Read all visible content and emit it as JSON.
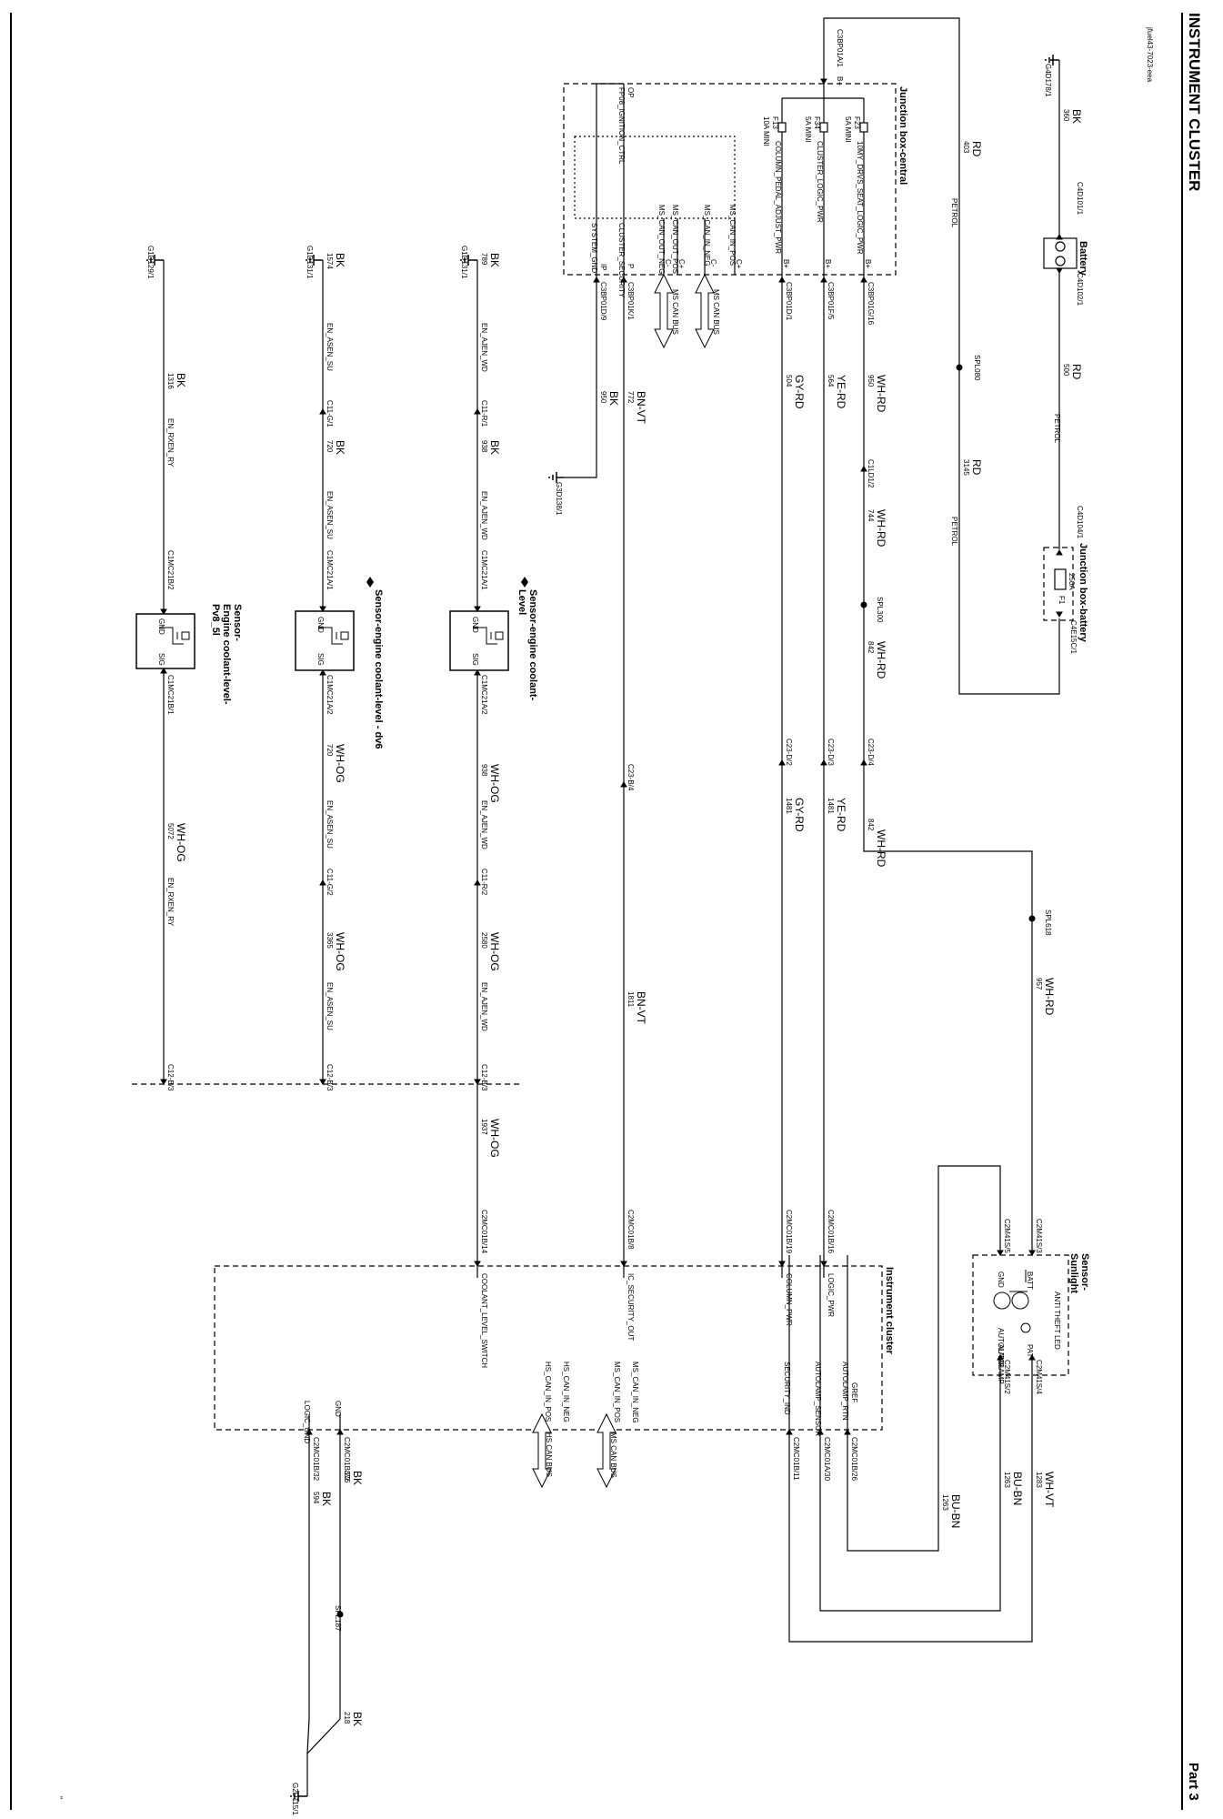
{
  "page": {
    "title": "INSTRUMENT CLUSTER",
    "part": "Part 3",
    "doc_code": "jfuel43-7023-eea",
    "foot_mark": "\""
  },
  "components": {
    "battery": "Battery",
    "jb_battery": "Junction box-battery",
    "jb_central": "Junction box-central",
    "sensor_sunlight_1": "Sensor-",
    "sensor_sunlight_2": "Sunlight",
    "instrument_cluster": "Instrument cluster",
    "sensor_l1_1": "Sensor-engine coolant-",
    "sensor_l1_2": "Level",
    "sensor_dv6": "Sensor-engine coolant-level - dv6",
    "sensor_pv8_1": "Sensor-",
    "sensor_pv8_2": "Engine coolant-level-",
    "sensor_pv8_3": "Pv8_5l"
  },
  "grounds": {
    "g4d178": "G4D178/1",
    "g3d138": "G3D138/1",
    "g1d131a": "G1D131/1",
    "g1d131b": "G1D131/1",
    "g1d129": "G1D129/1",
    "g2d115": "G2D115/1"
  },
  "wires": {
    "w360": "360",
    "w403": "403",
    "w500": "500",
    "w3145": "3145",
    "w950a": "950",
    "w564": "564",
    "w504": "504",
    "w772": "772",
    "w950b": "950",
    "w744": "744",
    "w842a": "842",
    "w842b": "842",
    "w1481a": "1481",
    "w1481b": "1481",
    "w1811": "1811",
    "w957": "957",
    "w1263a": "1263",
    "w1263b": "1263",
    "w1283": "1283",
    "w789": "789",
    "w938a": "938",
    "w938b": "938",
    "w2580": "2580",
    "w1937": "1937",
    "w1574": "1574",
    "w720a": "720",
    "w720b": "720",
    "w3365": "3365",
    "w1316": "1316",
    "w5072": "5072",
    "w376": "376",
    "w594": "594",
    "w218": "218"
  },
  "colors": {
    "bk": "BK",
    "rd1": "RD",
    "rd2": "RD",
    "rd3": "RD",
    "whrd1": "WH-RD",
    "whrd2": "WH-RD",
    "whrd3": "WH-RD",
    "whrd4": "WH-RD",
    "whrd5": "WH-RD",
    "yerd1": "YE-RD",
    "yerd2": "YE-RD",
    "gyrd1": "GY-RD",
    "gyrd2": "GY-RD",
    "bnvt1": "BN-VT",
    "bnvt2": "BN-VT",
    "bk_sys": "BK",
    "buBn1": "BU-BN",
    "buBn2": "BU-BN",
    "whvt": "WH-VT",
    "bk789": "BK",
    "bk938": "BK",
    "whog1": "WH-OG",
    "whog2": "WH-OG",
    "whog3": "WH-OG",
    "bk1574": "BK",
    "bk720": "BK",
    "whog4": "WH-OG",
    "whog5": "WH-OG",
    "bk1316": "BK",
    "whog6": "WH-OG",
    "bk376": "BK",
    "bk594": "BK",
    "bk218": "BK"
  },
  "labels": {
    "petrol1": "PETROL",
    "petrol2": "PETROL",
    "petrol3": "PETROL",
    "c4d101": "C4D101/1",
    "c4d102": "C4D102/1",
    "c4d104": "C4D104/1",
    "c4e15c": "C4E15C/1",
    "f1": "F1",
    "f1amp": "250A",
    "spl080": "SPL080",
    "c3bp01a": "C3BP01A/1",
    "bplus": "B+",
    "f13": "F13",
    "f13amp": "10A MINI",
    "f34": "F34",
    "f34amp": "5A MINI",
    "f23": "F23",
    "f23amp": "5A MINI",
    "fp08": "FP08_IGNITION_CTRL",
    "op": "OP",
    "cpa_pwr": "COLUMN_PEDAL_ADJUST_PWR",
    "clog_pwr": "CLUSTER_LOGIC_PWR",
    "mem_seat": "10MY_DRVS_SEAT_LOGIC_PWR",
    "b1": "B+",
    "b2": "B+",
    "b3": "B+",
    "ms_can_pos": "MS_CAN_IN_POS",
    "ms_can_neg": "MS_CAN_IN_NEG",
    "ms_can_out_pos": "MS_CAN_OUT_POS",
    "ms_can_out_neg": "MS_CAN_OUT_NEG",
    "cplus": "C+",
    "cminus": "C-",
    "cplus2": "C+",
    "cminus2": "C-",
    "ms_can_bus1": "MS CAN BUS",
    "ms_can_bus2": "MS CAN BUS",
    "clu_sec": "CLUSTER_SECURITY",
    "sys_gnd": "SYSTEM_GND",
    "pin_p": "P",
    "pin_b": "B",
    "pin_ip": "IP",
    "c3bp01g16": "C3BP01G/16",
    "c3bp01f5": "C3BP01F/5",
    "c3bp01d1": "C3BP01D/1",
    "c3bp01k1": "C3BP01K/1",
    "c3bp01d9": "C3BP01D/9",
    "c1ld12": "C1LD1/2",
    "spl300": "SPL300",
    "c23d4": "C23-D/4",
    "c23d3": "C23-D/3",
    "c23d2": "C23-D/2",
    "c23b4": "C23-B/4",
    "spl618": "SPL618",
    "c2m41s3": "C2M41S/3",
    "c2m41s5": "C2M41S/5",
    "c2m41s4": "C2M41S/4",
    "c2m41s2": "C2M41S/2",
    "batt": "BATT",
    "gnd_s": "GND",
    "antitheft": "ANTI THEFT LED",
    "autolamp_s": "AUTOLAMP",
    "autolamp2": "AUTOLAMP",
    "pat": "PAT",
    "c2mc01b16": "C2MC01B/16",
    "c2mc01b19": "C2MC01B/19",
    "c2mc01b8": "C2MC01B/8",
    "c2mc01b14": "C2MC01B/14",
    "logic_pwr": "LOGIC_PWR",
    "column_pwr": "COLUMN_PWR",
    "ic_sec_out": "IC_SECURITY_OUT",
    "coolant_sw": "COOLANT_LEVEL_SWITCH",
    "autolamp_rtn": "AUTOLAMP_RTN",
    "autolamp_sensor": "AUTOLAMP_SENSOR",
    "gref": "GREF",
    "security_ind": "SECURITY_IND",
    "c2mc01b26": "C2MC01B/26",
    "c2mc01a30": "C2MC01A/30",
    "c2mc01b11": "C2MC01B/11",
    "ms_can_in_neg2": "MS_CAN_IN_NEG",
    "ms_can_in_pos2": "MS_CAN_IN_POS",
    "hs_can_in_neg": "HS_CAN_IN_NEG",
    "hs_can_in_pos": "HS_CAN_IN_POS",
    "ms_can_bus3": "MS CAN BUS",
    "hs_can_bus": "HS CAN BUS",
    "gnd_ic": "GND",
    "logic_gnd": "LOGIC_GND",
    "c2mc01b22": "C2MC01B/22",
    "c2mc01b32": "C2MC01B/32",
    "spl187": "SPL187",
    "en_aj_wd1": "EN_AJEN_WD",
    "en_aj_wd2": "EN_AJEN_WD",
    "en_aj_wd3": "EN_AJEN_WD",
    "en_aj_wd4": "EN_AJEN_WD",
    "c11r1": "C11-R/1",
    "c1mc21a1": "C1MC21A/1",
    "c1mc21a2": "C1MC21A/2",
    "c11r2": "C11-R/2",
    "c12b3a": "C12-B/3",
    "en_as_su1": "EN_ASEN_SU",
    "en_as_su2": "EN_ASEN_SU",
    "en_as_su3": "EN_ASEN_SU",
    "en_as_su4": "EN_ASEN_SU",
    "c11g1": "C11-G/1",
    "c1mc21a1b": "C1MC21A/1",
    "c1mc21a2b": "C1MC21A/2",
    "c11g2": "C11-G/2",
    "c12b3b": "C12-B/3",
    "en_rx_ry1": "EN_RXEN_RY",
    "en_rx_ry2": "EN_RXEN_RY",
    "c1mc21b2": "C1MC21B/2",
    "c1mc21b1": "C1MC21B/1",
    "c12b3c": "C12-B/3",
    "gnd1": "GND",
    "sig1": "SIG",
    "gnd2": "GND",
    "sig2": "SIG",
    "gnd3": "GND",
    "sig3": "SIG"
  }
}
